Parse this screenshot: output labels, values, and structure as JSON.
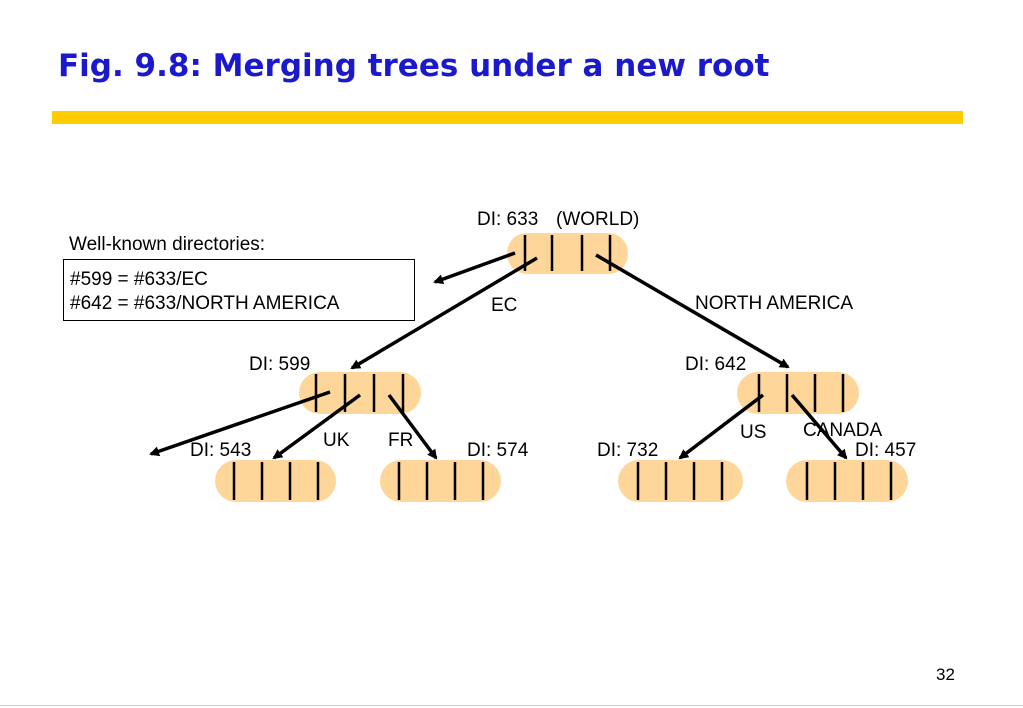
{
  "slide": {
    "title": "Fig. 9.8: Merging trees under a new root",
    "page_number": "32"
  },
  "well_known": {
    "label": "Well-known directories:",
    "lines": [
      "#599 = #633/EC",
      "#642 = #633/NORTH AMERICA"
    ]
  },
  "nodes": {
    "world": "DI: 633",
    "world_name": "(WORLD)",
    "n599": "DI: 599",
    "n642": "DI: 642",
    "n543": "DI: 543",
    "n574": "DI: 574",
    "n732": "DI: 732",
    "n457": "DI: 457"
  },
  "edges": {
    "ec": "EC",
    "north_america": "NORTH AMERICA",
    "uk": "UK",
    "fr": "FR",
    "us": "US",
    "canada": "CANADA"
  },
  "colors": {
    "title": "#1a1acc",
    "rule": "#ffcc00",
    "node_fill": "#ffd699",
    "line": "#000000"
  }
}
